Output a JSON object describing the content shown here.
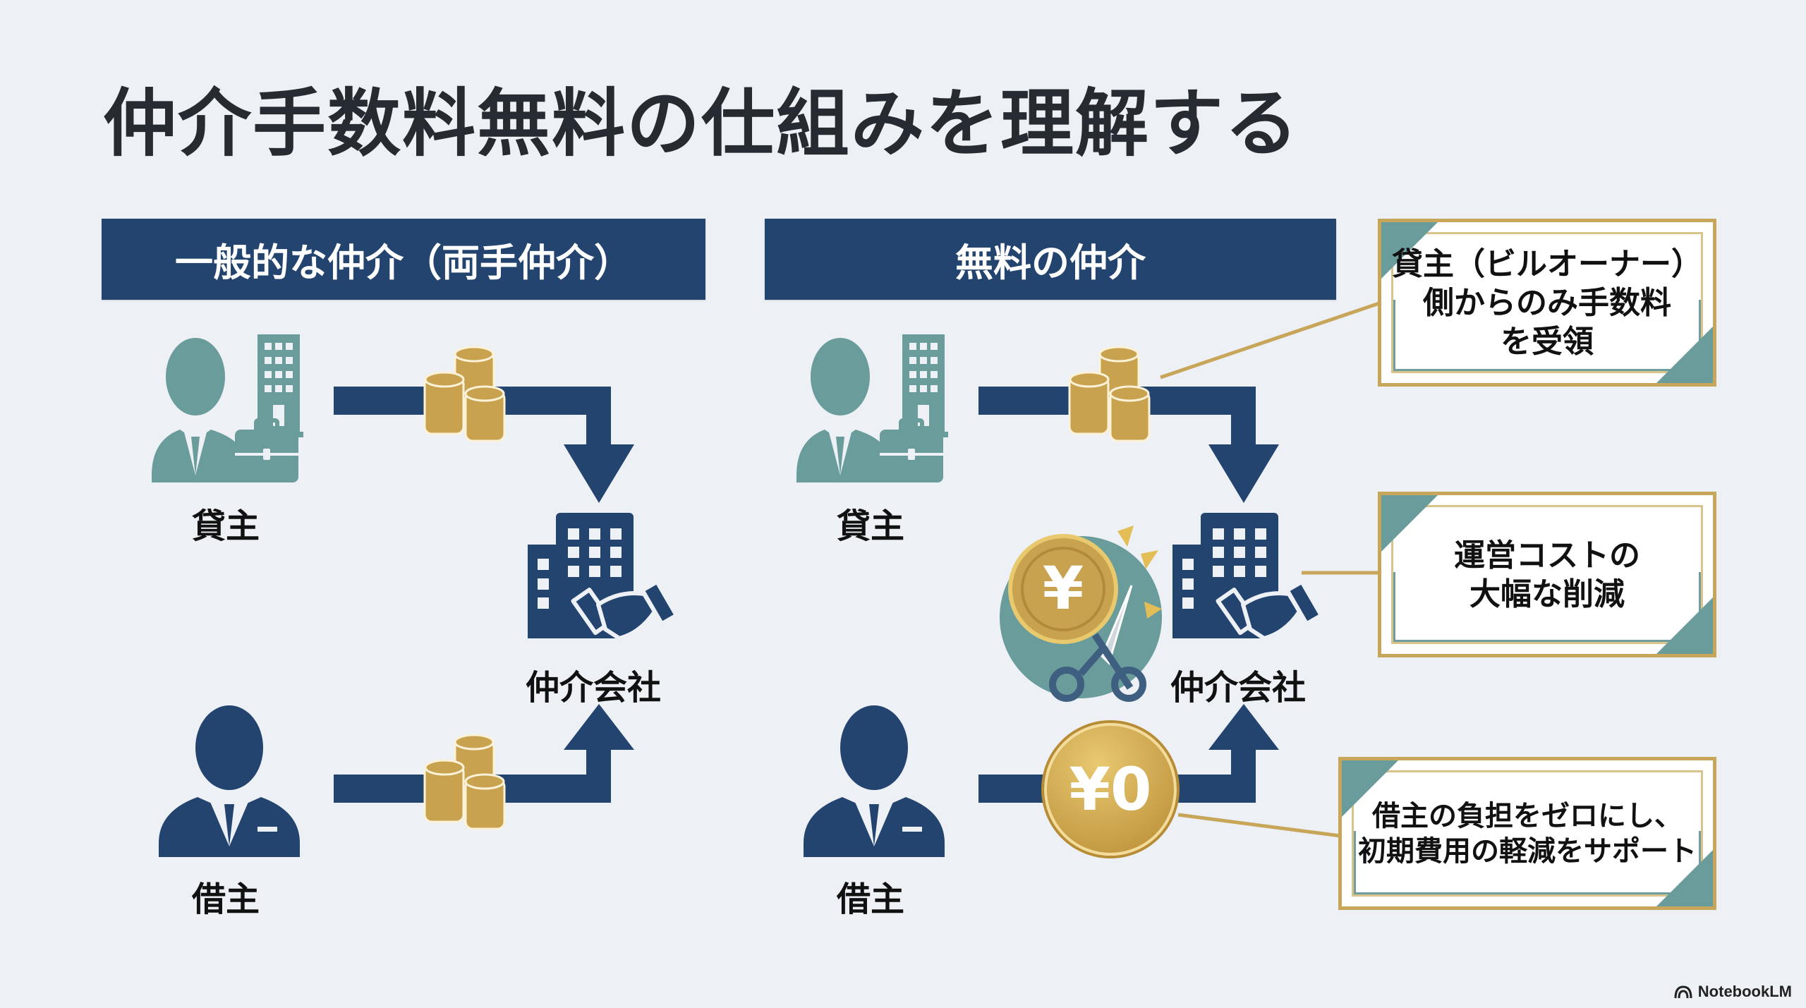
{
  "title": "仲介手数料無料の仕組みを理解する",
  "colors": {
    "background": "#edf0f5",
    "navy": "#23446f",
    "teal": "#6a9c9c",
    "gold": "#c9a24f",
    "callout_border": "#c7a65a"
  },
  "panels": {
    "standard": {
      "header": "一般的な仲介（両手仲介）",
      "lender_label": "貸主",
      "broker_label": "仲介会社",
      "borrower_label": "借主",
      "lender_payment_icon": "coin-stack-icon",
      "borrower_payment_icon": "coin-stack-icon"
    },
    "free": {
      "header": "無料の仲介",
      "lender_label": "貸主",
      "broker_label": "仲介会社",
      "borrower_label": "借主",
      "lender_payment_icon": "coin-stack-icon",
      "cost_cut_icon": "yen-coin-scissors-icon",
      "borrower_payment_badge": "¥0"
    }
  },
  "callouts": [
    {
      "lines": [
        "貸主（ビルオーナー）",
        "側からのみ手数料",
        "を受領"
      ]
    },
    {
      "lines": [
        "運営コストの",
        "大幅な削減"
      ]
    },
    {
      "lines": [
        "借主の負担をゼロにし、",
        "初期費用の軽減をサポート"
      ]
    }
  ],
  "brand": {
    "name": "NotebookLM",
    "icon": "notebooklm-logo-icon"
  }
}
